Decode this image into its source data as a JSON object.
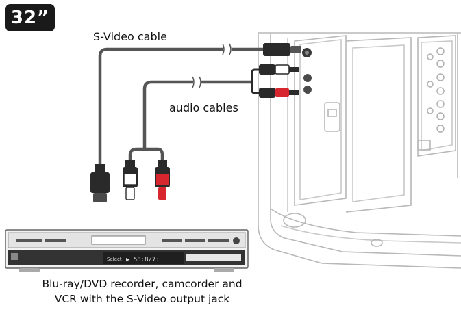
{
  "screen_size_badge": "32”",
  "labels": {
    "svideo_cable": "S-Video cable",
    "audio_cables": "audio cables"
  },
  "device_display": {
    "mode": "Select",
    "readout": "▶ 58:8/7:"
  },
  "caption": {
    "line1": "Blu-ray/DVD recorder, camcorder and",
    "line2": "VCR with the S-Video output jack"
  },
  "colors": {
    "cable": "#555555",
    "plug_dark": "#2a2a2a",
    "plug_red": "#d7262e",
    "plug_white": "#ffffff",
    "tv_outline": "#b5b5b5",
    "badge_bg": "#1a1a1a"
  }
}
